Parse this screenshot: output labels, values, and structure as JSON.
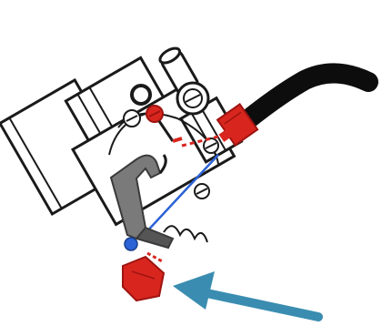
{
  "diagram": {
    "colors": {
      "outline": "#1a1a1a",
      "body_fill": "#ffffff",
      "clamp_gray": "#7a7a7a",
      "clamp_dark": "#555555",
      "red_fitting": "#d8261f",
      "red_dark": "#9e1410",
      "hose": "#0d0d0d",
      "blue_line": "#2b62d6",
      "arrow": "#3a8db0"
    },
    "parts": [
      "outer-housing",
      "upper-tube",
      "lower-body",
      "gauge",
      "black-hose",
      "red-hose-fitting",
      "gray-clamp",
      "blue-tension-line",
      "red-bottom-fitting",
      "pointer-arrow"
    ]
  }
}
